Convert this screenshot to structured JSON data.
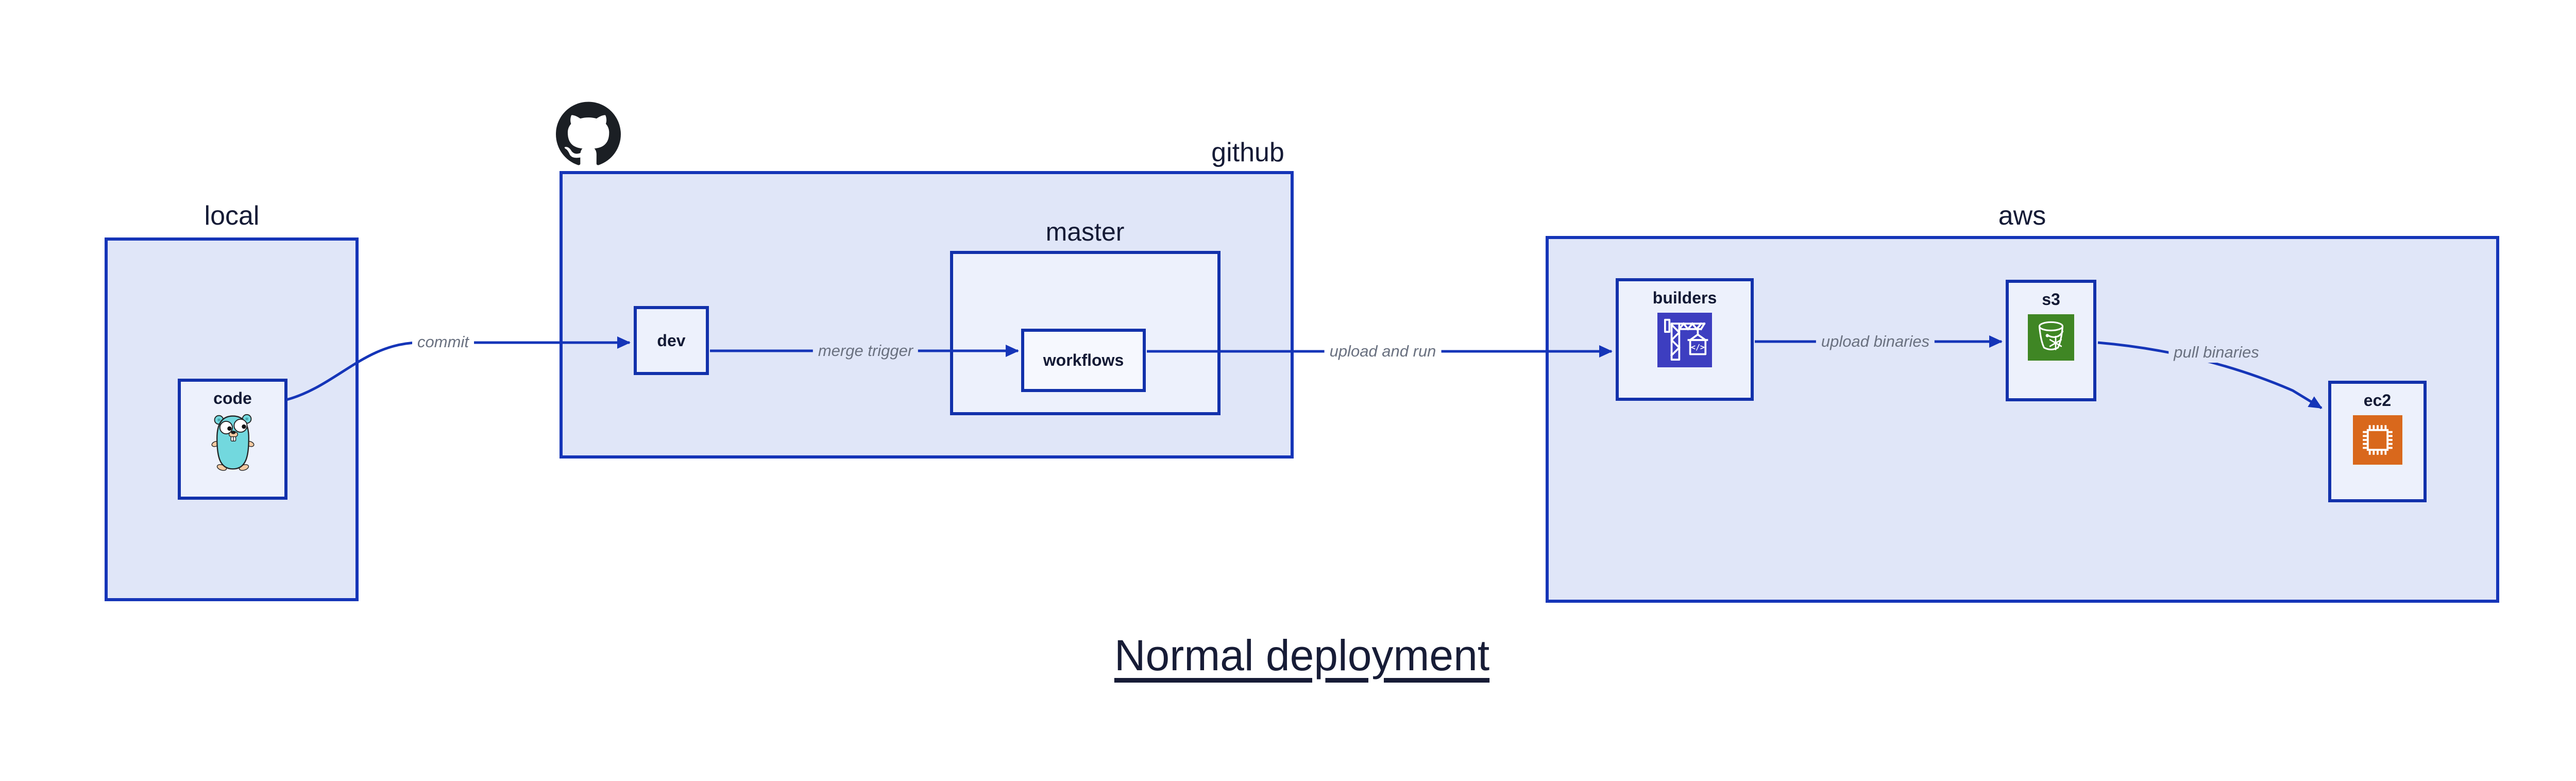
{
  "title": {
    "text": "Normal deployment"
  },
  "groups": {
    "local": {
      "label": "local"
    },
    "github": {
      "label": "github"
    },
    "master": {
      "label": "master"
    },
    "aws": {
      "label": "aws"
    }
  },
  "nodes": {
    "code": {
      "label": "code"
    },
    "dev": {
      "label": "dev"
    },
    "workflows": {
      "label": "workflows"
    },
    "builders": {
      "label": "builders"
    },
    "s3": {
      "label": "s3"
    },
    "ec2": {
      "label": "ec2"
    }
  },
  "edges": {
    "commit": {
      "label": "commit"
    },
    "merge_trigger": {
      "label": "merge trigger"
    },
    "upload_and_run": {
      "label": "upload and run"
    },
    "upload_binaries": {
      "label": "upload binaries"
    },
    "pull_binaries": {
      "label": "pull binaries"
    }
  },
  "icons": {
    "github_logo": "github-octocat",
    "code_icon": "go-gopher",
    "builders_icon": "aws-codebuild-crane",
    "s3_icon": "aws-s3-bucket",
    "ec2_icon": "aws-ec2-chip"
  },
  "colors": {
    "group_fill": "#e0e6f8",
    "node_fill": "#edf1fc",
    "inner_node_fill": "#f6f8fe",
    "border_blue": "#1535b8",
    "arrow_blue": "#1535b8",
    "label_navy": "#151b36",
    "edge_label_gray": "#6a7180",
    "codebuild_indigo": "#3d3ec0",
    "s3_green": "#3f8624",
    "ec2_orange": "#d9681c",
    "gopher_teal": "#72d8de"
  }
}
